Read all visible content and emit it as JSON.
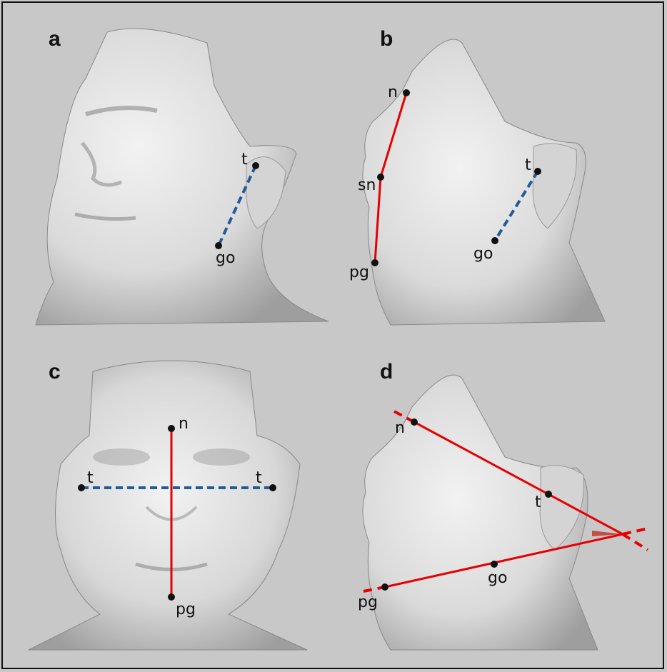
{
  "colors": {
    "background": "#c8c8c8",
    "face": "#e6e6e6",
    "face_shadow": "#a9a9a9",
    "red_line": "#e60000",
    "blue_dashed_line": "#1f5c99",
    "angle_fill": "#c0392b"
  },
  "panels": [
    {
      "label": "a",
      "landmarks": [
        "t",
        "go"
      ]
    },
    {
      "label": "b",
      "landmarks": [
        "n",
        "sn",
        "pg",
        "t",
        "go"
      ]
    },
    {
      "label": "c",
      "landmarks": [
        "n",
        "t",
        "t",
        "pg"
      ]
    },
    {
      "label": "d",
      "landmarks": [
        "n",
        "t",
        "go",
        "pg"
      ]
    }
  ]
}
